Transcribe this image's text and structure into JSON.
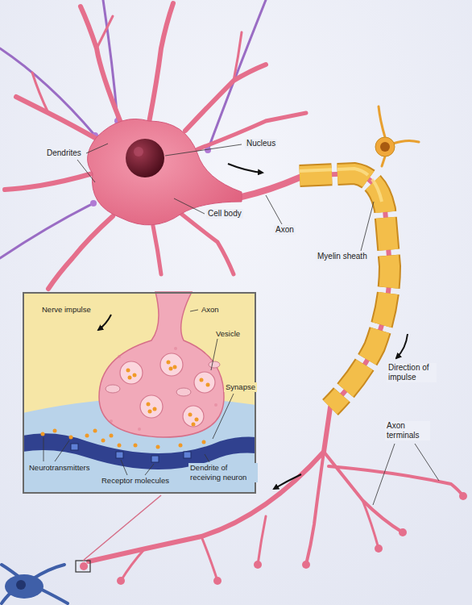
{
  "diagram": {
    "nodes": [
      {
        "text": [
          "Nerve impulse",
          "Axon",
          "Vesicle",
          "Synapse",
          "Neurotransmitters",
          "Dendrite of receiving neuron",
          "Receptor molecules"
        ]
      }
    ],
    "labels": [
      "Dendrites",
      "Nucleus",
      "Cell body",
      "Axon",
      "Myelin sheath",
      "Direction of impulse",
      "Axon terminals"
    ]
  }
}
